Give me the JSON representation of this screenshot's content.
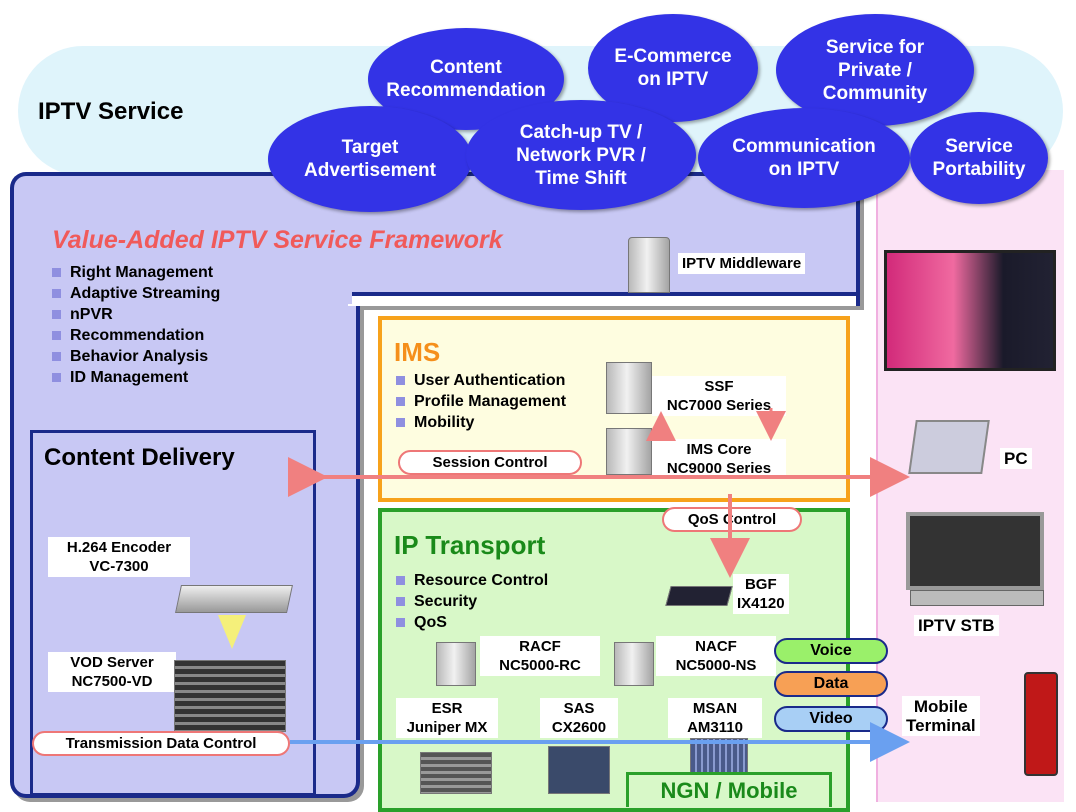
{
  "service": {
    "label": "IPTV Service",
    "bubbles": [
      "Content\nRecommendation",
      "E-Commerce\non IPTV",
      "Service for\nPrivate /\nCommunity",
      "Target\nAdvertisement",
      "Catch-up TV /\nNetwork PVR /\nTime Shift",
      "Communication\non IPTV",
      "Service\nPortability"
    ]
  },
  "framework": {
    "title": "Value-Added IPTV Service Framework",
    "items": [
      "Right Management",
      "Adaptive Streaming",
      "nPVR",
      "Recommendation",
      "Behavior Analysis",
      "ID Management"
    ],
    "middleware": "IPTV Middleware"
  },
  "content_delivery": {
    "title": "Content Delivery",
    "encoder": "H.264 Encoder\nVC-7300",
    "vod": "VOD Server\nNC7500-VD",
    "tdc": "Transmission Data Control"
  },
  "ims": {
    "title": "IMS",
    "items": [
      "User Authentication",
      "Profile Management",
      "Mobility"
    ],
    "ssf": "SSF\nNC7000 Series",
    "core": "IMS Core\nNC9000 Series",
    "session": "Session Control"
  },
  "transport": {
    "title": "IP Transport",
    "qos": "QoS Control",
    "items": [
      "Resource Control",
      "Security",
      "QoS"
    ],
    "bgf": "BGF\nIX4120",
    "racf": "RACF\nNC5000-RC",
    "nacf": "NACF\nNC5000-NS",
    "esr": "ESR\nJuniper MX",
    "sas": "SAS\nCX2600",
    "msan": "MSAN\nAM3110",
    "caps": [
      "Voice",
      "Data",
      "Video"
    ],
    "cap_colors": [
      "#9af06a",
      "#f7a055",
      "#a8cff5"
    ],
    "ngn": "NGN / Mobile"
  },
  "terminals": {
    "pc": "PC",
    "stb": "IPTV STB",
    "mobile": "Mobile\nTerminal"
  }
}
